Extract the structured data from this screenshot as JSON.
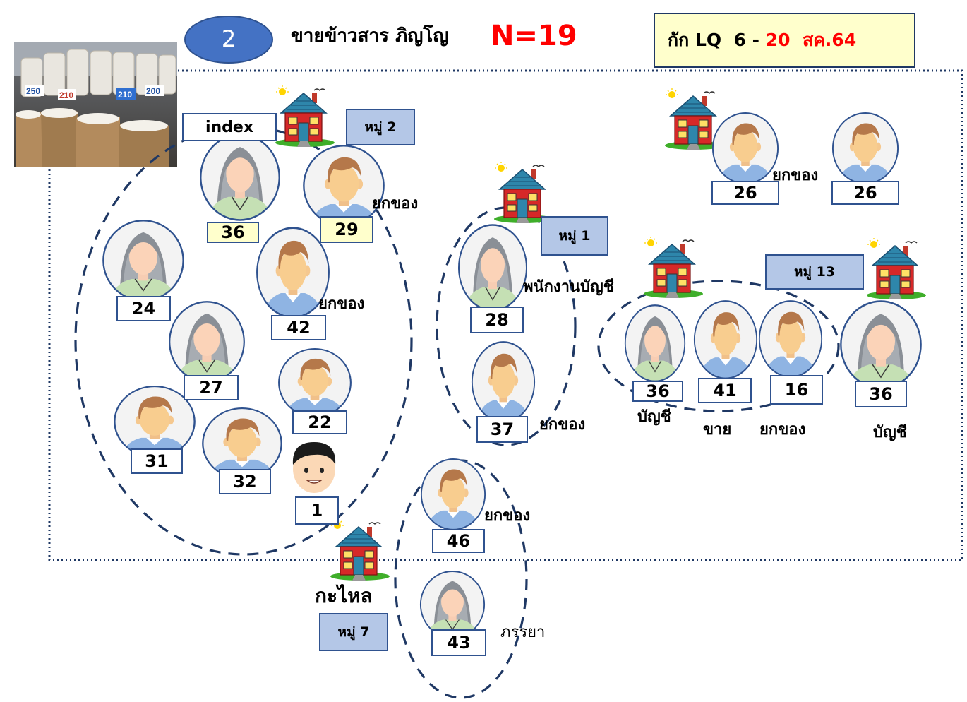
{
  "header": {
    "badge_number": "2",
    "title": "ขายข้าวสาร ภิญโญ",
    "n_label": "N=19",
    "date_box": {
      "prefix": "กัก LQ  6 - ",
      "highlight": "20  สค.64"
    }
  },
  "colors": {
    "frame": "#1f3864",
    "ellipse": "#1f3864",
    "badge": "#4472c4",
    "red": "#ff0000",
    "moo_fill": "#b4c7e7",
    "date_fill": "#ffffcc",
    "female_shirt": "#c5e0b4",
    "male_shirt": "#8fb4e3",
    "hair": "#b5784a"
  },
  "labels": {
    "index": "index",
    "moo2": "หมู่ 2",
    "moo1": "หมู่ 1",
    "moo13": "หมู่ 13",
    "moo7": "หมู่ 7",
    "kalai": "กะไหล"
  },
  "people": [
    {
      "id": "p36a",
      "gender": "female",
      "age": "36"
    },
    {
      "id": "p29",
      "gender": "male",
      "age": "29"
    },
    {
      "id": "p24",
      "gender": "female",
      "age": "24"
    },
    {
      "id": "p42",
      "gender": "male",
      "age": "42"
    },
    {
      "id": "p27",
      "gender": "female",
      "age": "27"
    },
    {
      "id": "p22",
      "gender": "male",
      "age": "22"
    },
    {
      "id": "p31",
      "gender": "male",
      "age": "31"
    },
    {
      "id": "p32",
      "gender": "male",
      "age": "32"
    },
    {
      "id": "p1",
      "gender": "child",
      "age": "1"
    },
    {
      "id": "p28",
      "gender": "female",
      "age": "28"
    },
    {
      "id": "p37",
      "gender": "male",
      "age": "37"
    },
    {
      "id": "p46",
      "gender": "male",
      "age": "46"
    },
    {
      "id": "p43",
      "gender": "female",
      "age": "43"
    },
    {
      "id": "p26a",
      "gender": "male",
      "age": "26"
    },
    {
      "id": "p26b",
      "gender": "male",
      "age": "26"
    },
    {
      "id": "p36b",
      "gender": "female",
      "age": "36"
    },
    {
      "id": "p41",
      "gender": "male",
      "age": "41"
    },
    {
      "id": "p16",
      "gender": "male",
      "age": "16"
    },
    {
      "id": "p36c",
      "gender": "female",
      "age": "36"
    }
  ],
  "roles": {
    "r29": "ยกของ",
    "r42": "ยกของ",
    "r28": "พนักงานบัญชี",
    "r37": "ยกของ",
    "r46": "ยกของ",
    "r43": "ภรรยา",
    "r26": "ยกของ",
    "r36b": "บัญชี",
    "r41": "ขาย",
    "r16": "ยกของ",
    "r36c": "บัญชี"
  },
  "photo": {
    "icon": "rice-shop-photo-icon"
  }
}
